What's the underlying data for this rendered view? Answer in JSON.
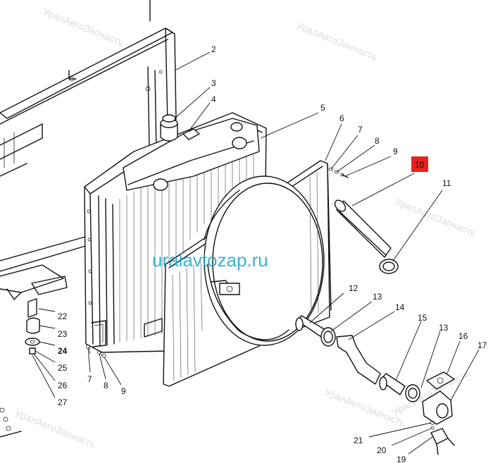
{
  "watermark": "uralavtozap.ru",
  "background_watermark": "УралАвтоЗапчасть",
  "highlight_color": "#e8221a",
  "watermark_color": "#17a6c9",
  "callouts": [
    {
      "id": "c2",
      "label": "2"
    },
    {
      "id": "c3",
      "label": "3"
    },
    {
      "id": "c4",
      "label": "4"
    },
    {
      "id": "c5",
      "label": "5"
    },
    {
      "id": "c6",
      "label": "6"
    },
    {
      "id": "c7a",
      "label": "7"
    },
    {
      "id": "c8a",
      "label": "8"
    },
    {
      "id": "c9a",
      "label": "9"
    },
    {
      "id": "c10",
      "label": "10",
      "highlighted": true
    },
    {
      "id": "c11",
      "label": "11"
    },
    {
      "id": "c12",
      "label": "12"
    },
    {
      "id": "c13a",
      "label": "13"
    },
    {
      "id": "c14",
      "label": "14"
    },
    {
      "id": "c15",
      "label": "15"
    },
    {
      "id": "c13b",
      "label": "13"
    },
    {
      "id": "c16",
      "label": "16"
    },
    {
      "id": "c17",
      "label": "17"
    },
    {
      "id": "c22",
      "label": "22"
    },
    {
      "id": "c23",
      "label": "23"
    },
    {
      "id": "c24",
      "label": "24",
      "bold": true
    },
    {
      "id": "c25",
      "label": "25"
    },
    {
      "id": "c26",
      "label": "26"
    },
    {
      "id": "c27",
      "label": "27"
    },
    {
      "id": "c7b",
      "label": "7"
    },
    {
      "id": "c8b",
      "label": "8"
    },
    {
      "id": "c9b",
      "label": "9"
    },
    {
      "id": "c21",
      "label": "21"
    },
    {
      "id": "c20",
      "label": "20"
    },
    {
      "id": "c19",
      "label": "19"
    }
  ]
}
